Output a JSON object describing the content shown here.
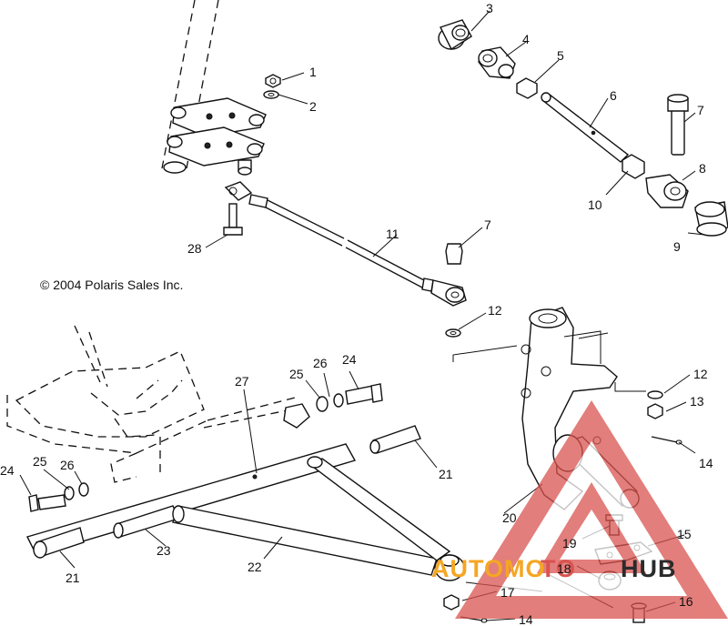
{
  "copyright": "© 2004 Polaris Sales Inc.",
  "callouts": [
    "1",
    "2",
    "3",
    "4",
    "5",
    "6",
    "7",
    "8",
    "9",
    "10",
    "11",
    "7",
    "28",
    "12",
    "24",
    "25",
    "26",
    "27",
    "12",
    "13",
    "14",
    "24",
    "25",
    "26",
    "21",
    "20",
    "23",
    "22",
    "21",
    "19",
    "15",
    "18",
    "17",
    "16",
    "14"
  ],
  "watermark": {
    "part1": "AUTOMO",
    "part2": "TO",
    "part3": "HUB",
    "orange": "#f5a623",
    "red": "#d9534f",
    "dark": "#2b2b2b"
  }
}
